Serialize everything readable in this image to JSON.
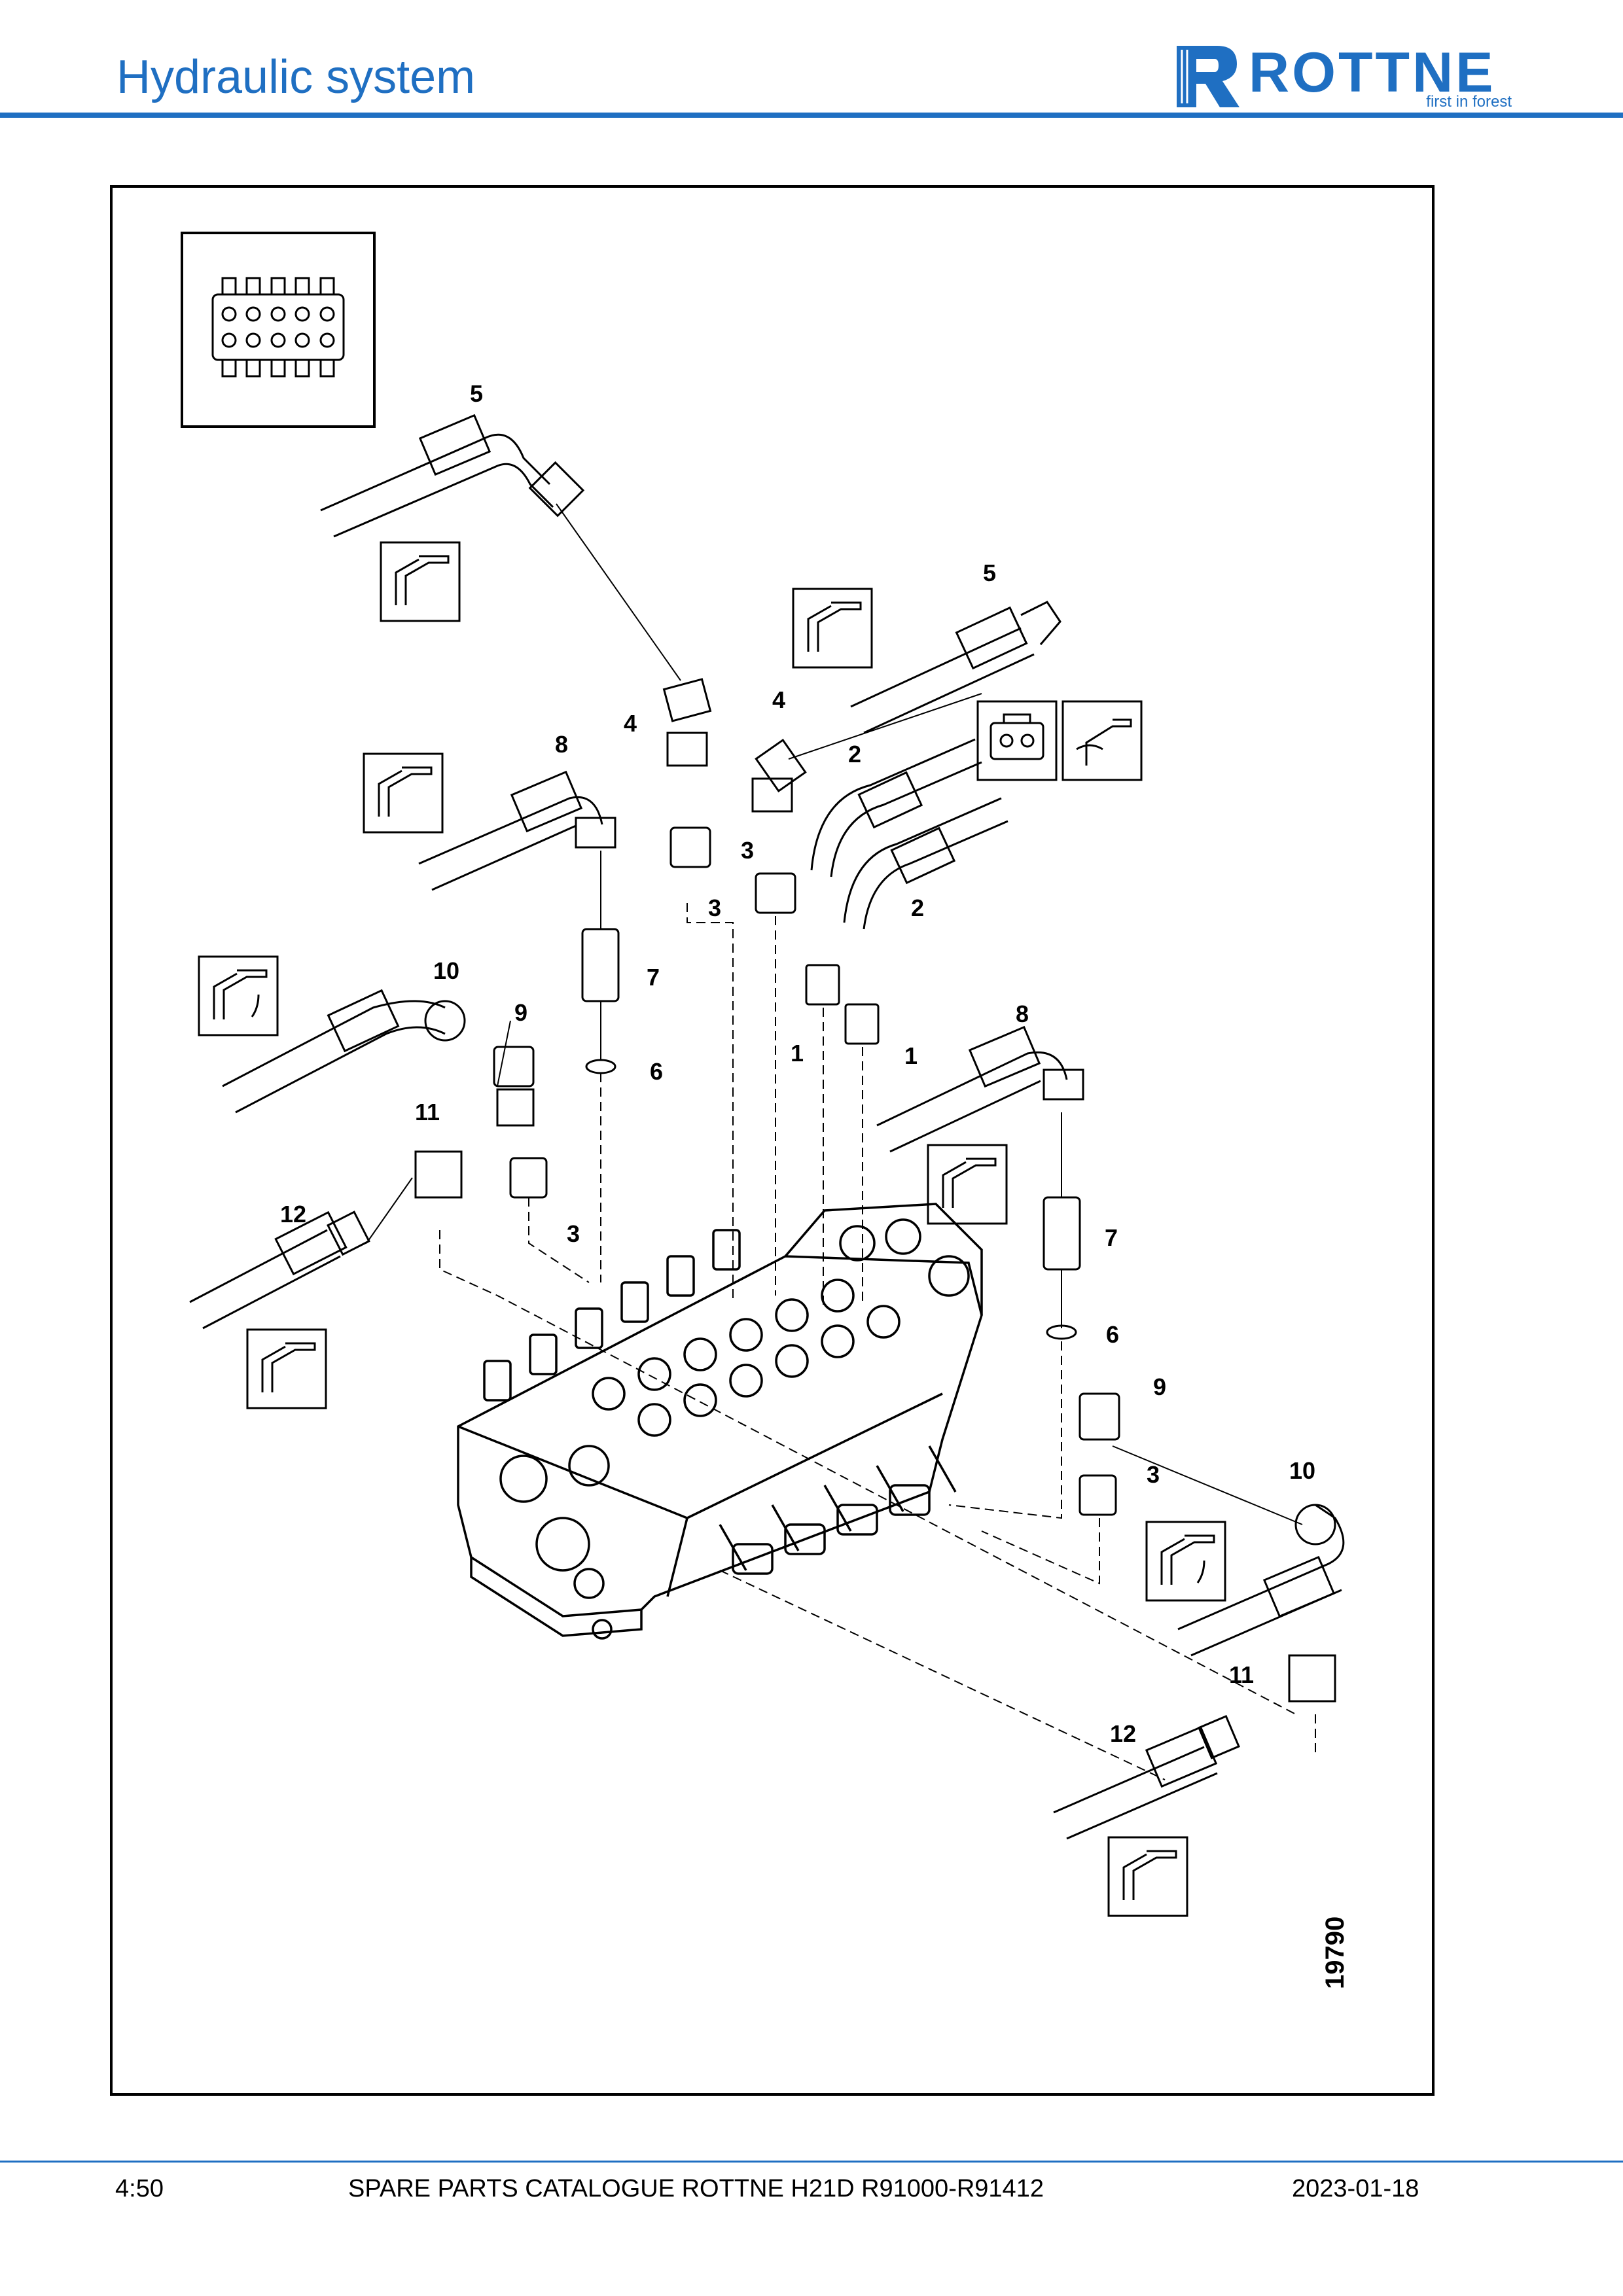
{
  "header": {
    "title": "Hydraulic system",
    "brand": {
      "name": "ROTTNE",
      "tagline": "first in forest",
      "color": "#1f6fc2"
    }
  },
  "figure": {
    "reference_number": "19790",
    "callouts": [
      "1",
      "2",
      "3",
      "4",
      "5",
      "6",
      "7",
      "8",
      "9",
      "10",
      "11",
      "12"
    ]
  },
  "footer": {
    "page": "4:50",
    "catalogue": "SPARE PARTS CATALOGUE ROTTNE H21D R91000-R91412",
    "date": "2023-01-18"
  },
  "icons": [
    "connector-block-icon",
    "boom-function-icon",
    "electrical-connector-icon",
    "swing-function-icon"
  ]
}
